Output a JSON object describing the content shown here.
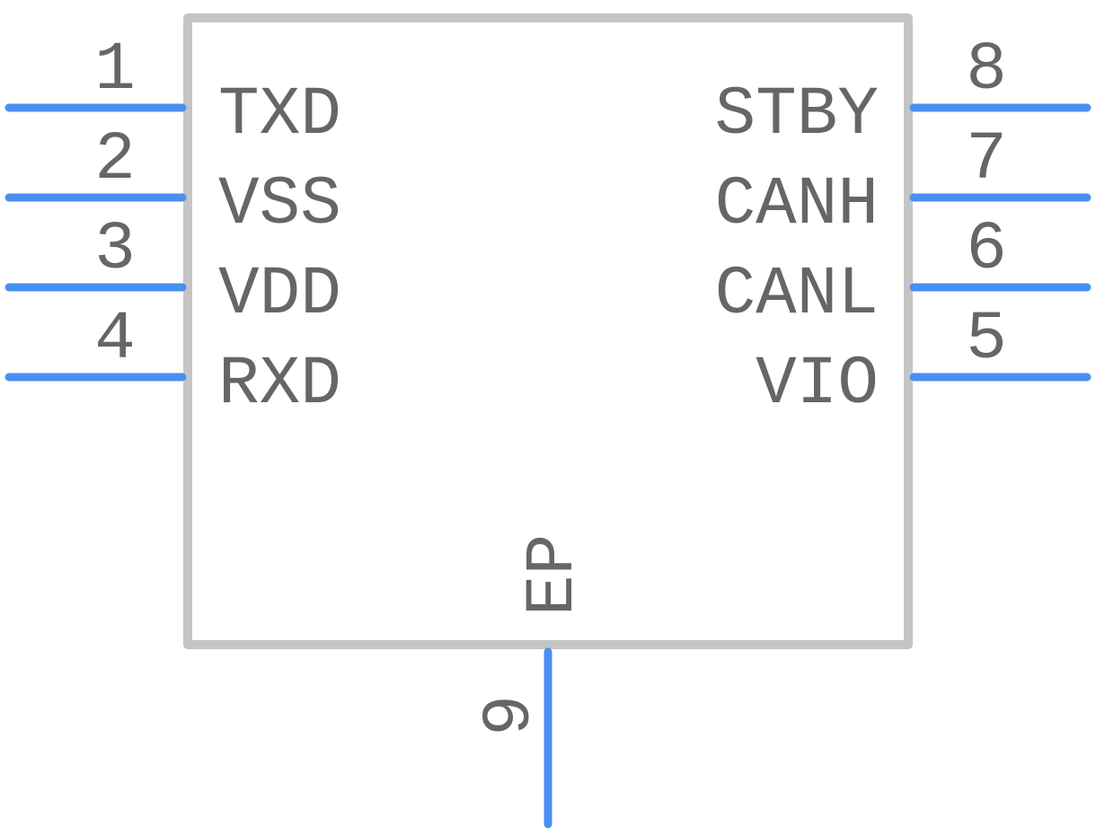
{
  "component": {
    "left_pins": [
      {
        "number": "1",
        "name": "TXD"
      },
      {
        "number": "2",
        "name": "VSS"
      },
      {
        "number": "3",
        "name": "VDD"
      },
      {
        "number": "4",
        "name": "RXD"
      }
    ],
    "right_pins": [
      {
        "number": "8",
        "name": "STBY"
      },
      {
        "number": "7",
        "name": "CANH"
      },
      {
        "number": "6",
        "name": "CANL"
      },
      {
        "number": "5",
        "name": "VIO"
      }
    ],
    "bottom_pin": {
      "number": "9",
      "name": "EP"
    }
  },
  "colors": {
    "body_outline": "#c4c4c4",
    "pin_line": "#4a8ff0",
    "text": "#666666"
  }
}
